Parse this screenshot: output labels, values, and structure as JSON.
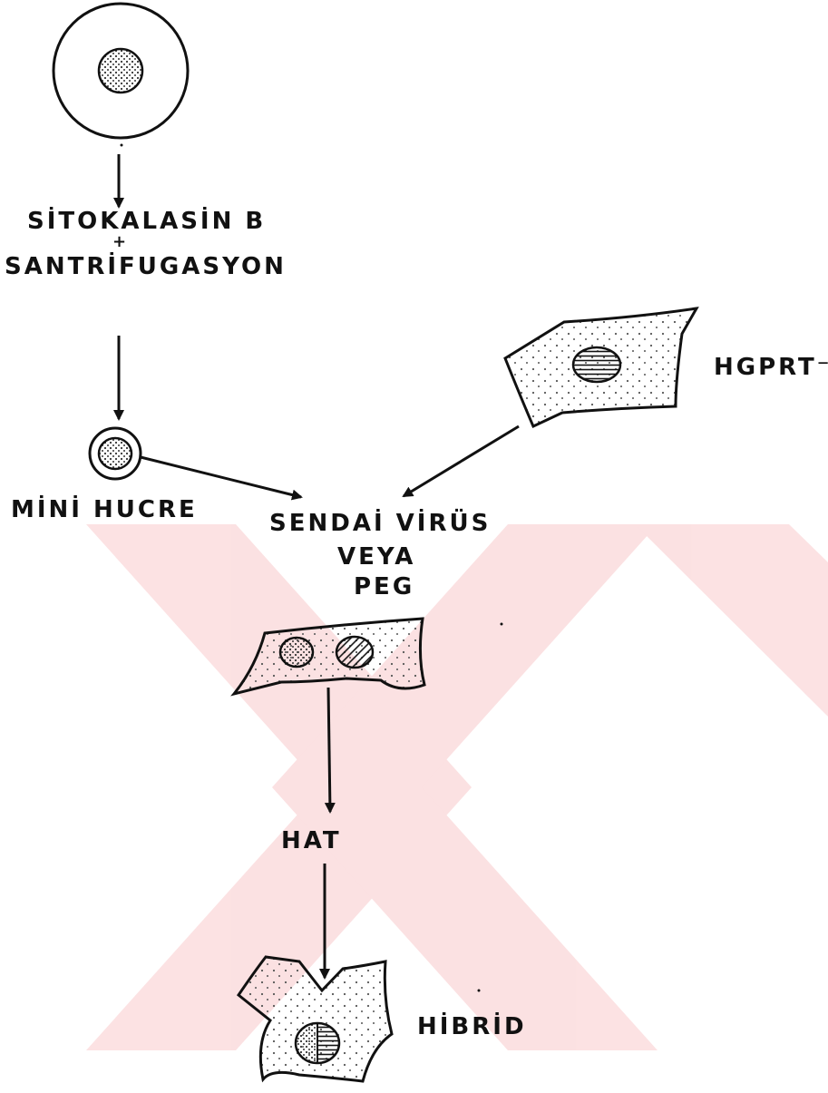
{
  "labels": {
    "step1_line1": "SİTOKALASİN B",
    "step1_line2": "SANTRİFUGASYON",
    "minicell": "MİNİ HUCRE",
    "recipient": "HGPRT⁻",
    "fusion_line1": "SENDAİ VİRÜS",
    "fusion_line2": "VEYA",
    "fusion_line3": "PEG",
    "selection": "HAT",
    "hybrid": "HİBRİD"
  },
  "colors": {
    "ink": "#111111",
    "stipple": "#555555",
    "watermark": "#e61e25"
  }
}
